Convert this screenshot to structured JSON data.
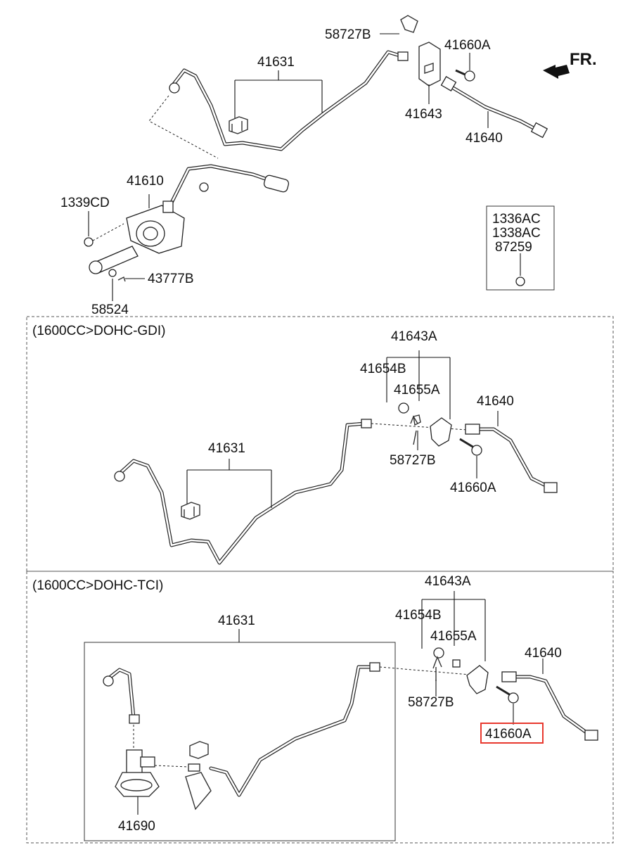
{
  "orientation": {
    "label": "FR."
  },
  "top": {
    "labels": {
      "bracket": "58727B",
      "bolt": "41660A",
      "tube": "41631",
      "clip": "41643",
      "hose": "41640",
      "master_cylinder": "41610",
      "nut": "1339CD",
      "pin": "43777B",
      "clevis_pin": "58524"
    },
    "inset_box": {
      "lines": [
        "1336AC",
        "1338AC",
        "87259"
      ]
    }
  },
  "gdi": {
    "title": "(1600CC>DOHC-GDI)",
    "labels": {
      "bracket_assy": "41643A",
      "grommet": "41654B",
      "clip": "41655A",
      "hose": "41640",
      "tube": "41631",
      "bracket": "58727B",
      "bolt": "41660A"
    }
  },
  "tci": {
    "title": "(1600CC>DOHC-TCI)",
    "labels": {
      "bracket_assy": "41643A",
      "grommet": "41654B",
      "clip": "41655A",
      "hose": "41640",
      "tube": "41631",
      "bracket": "58727B",
      "bolt": "41660A",
      "damper": "41690"
    },
    "highlight_color": "#e8382e"
  }
}
